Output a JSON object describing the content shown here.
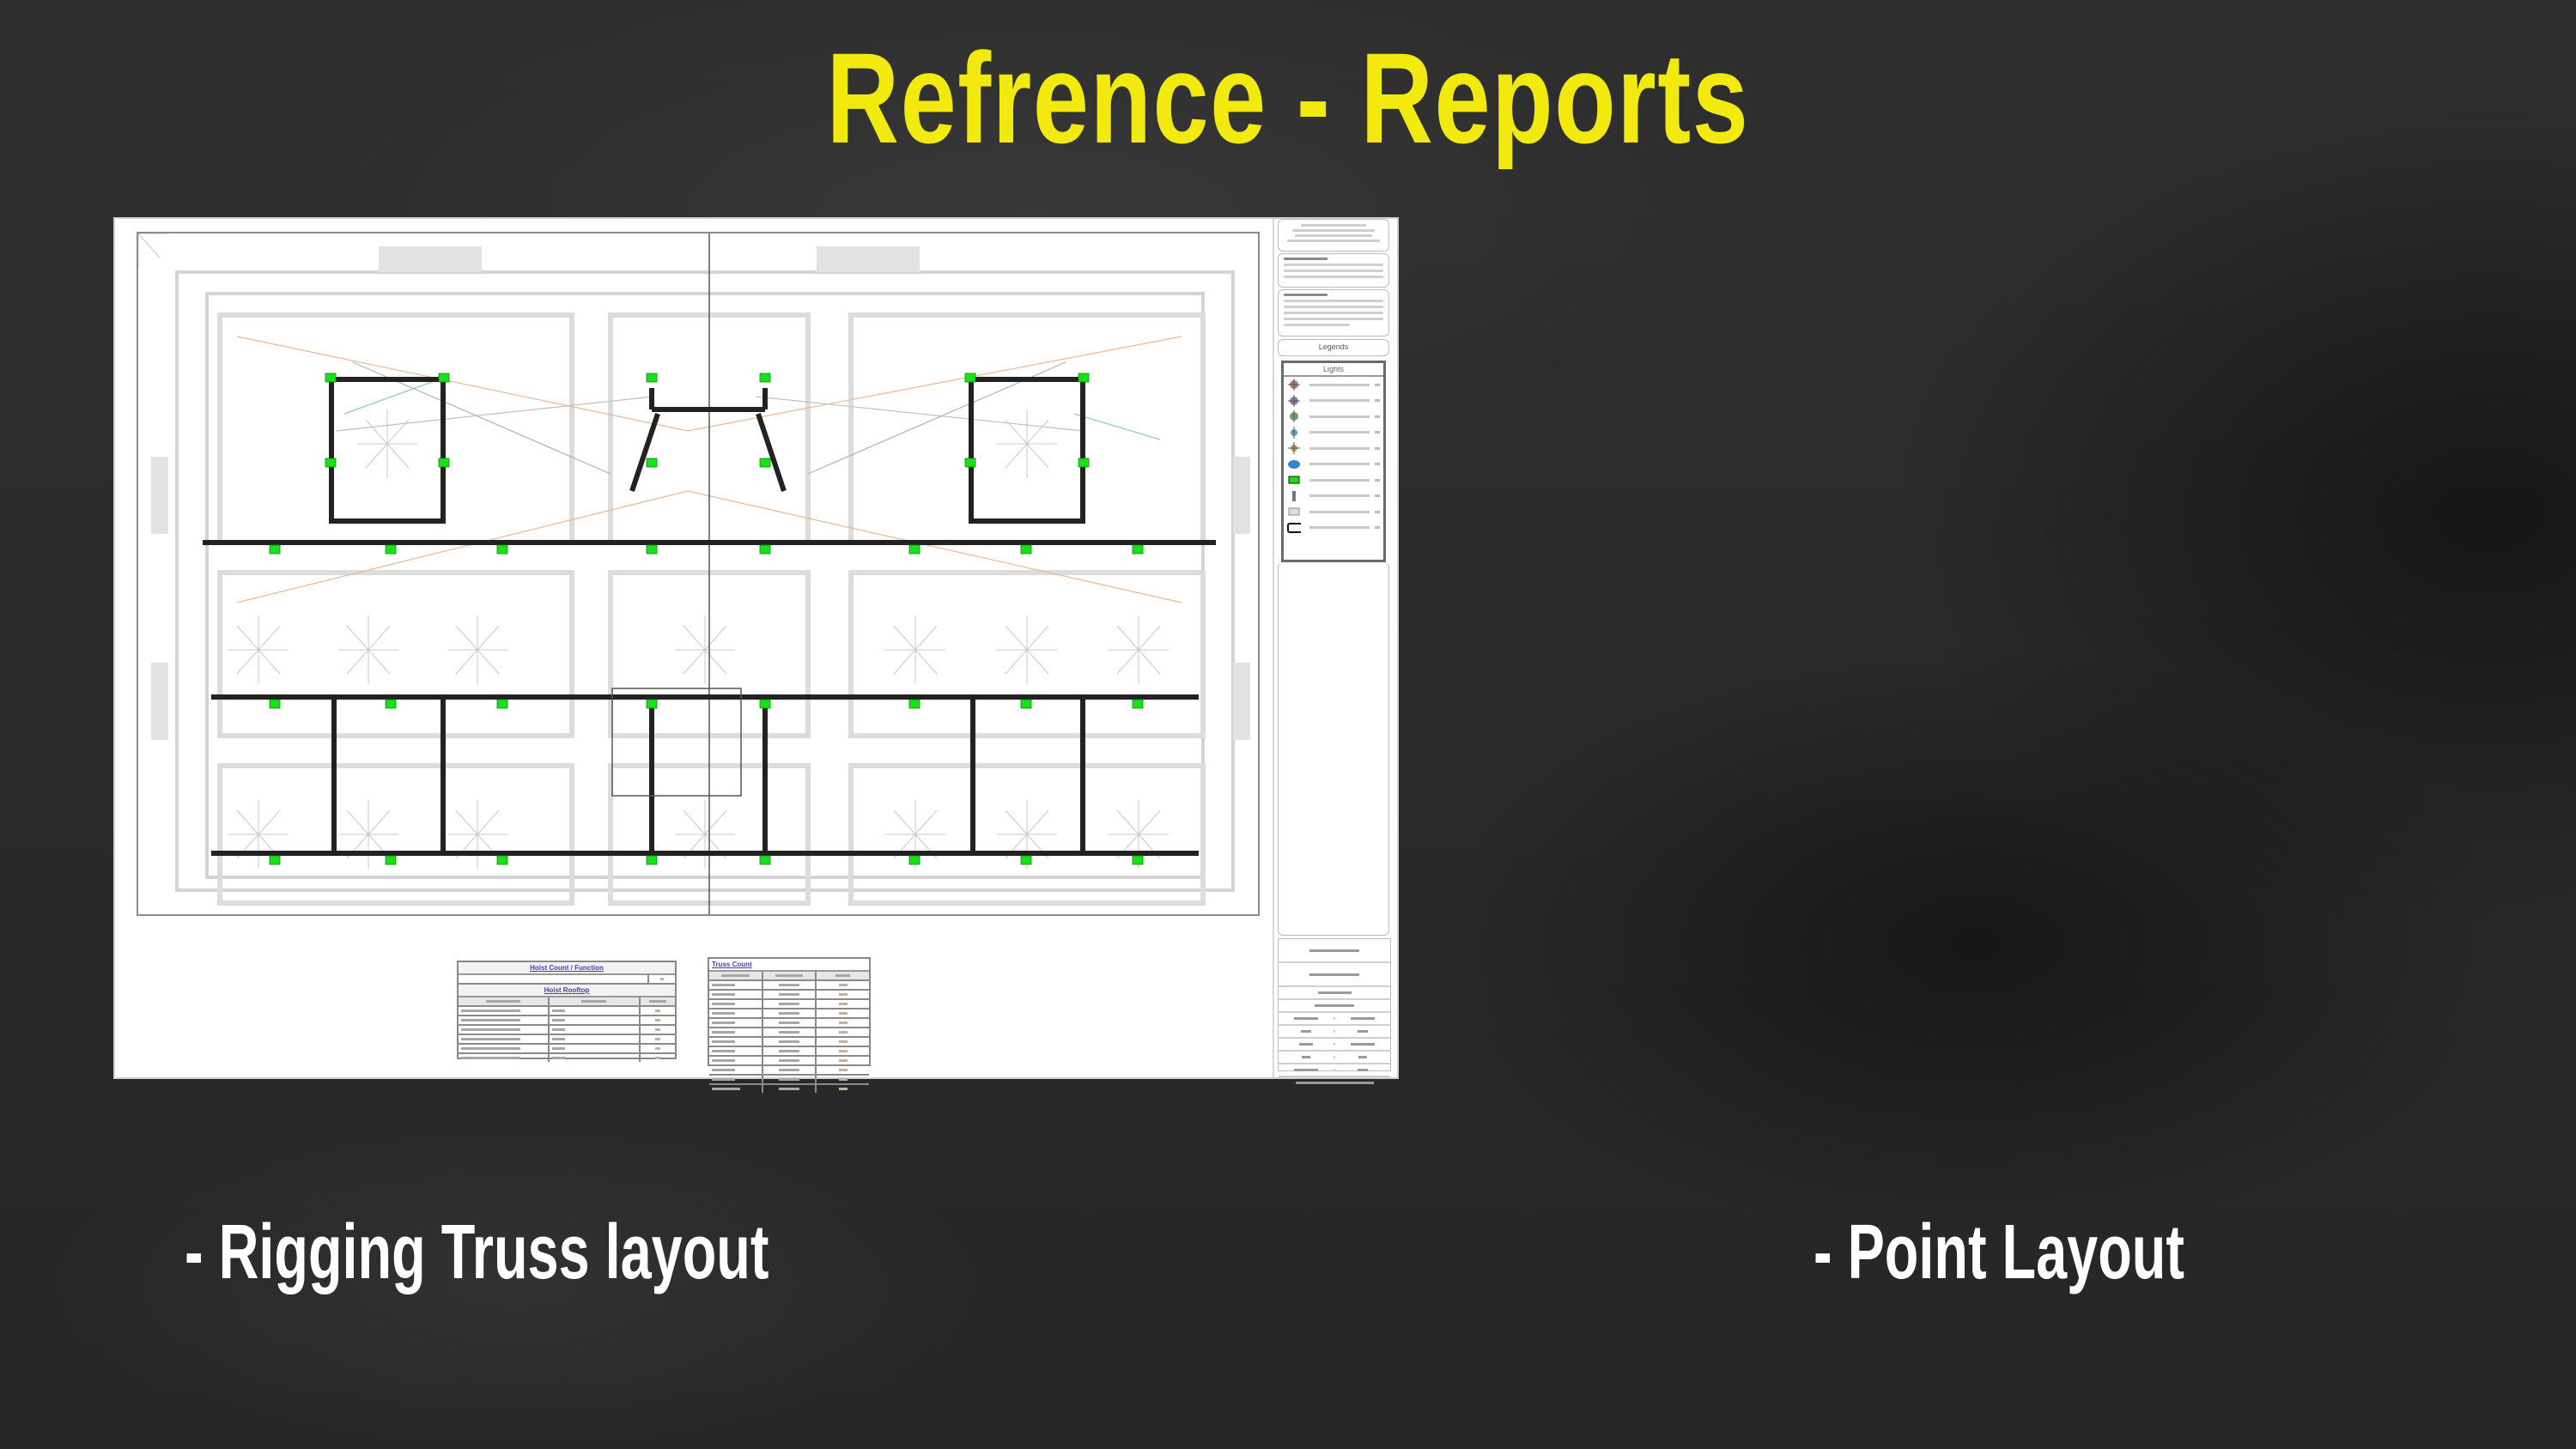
{
  "slide": {
    "title": "Refrence - Reports",
    "title_color": "#f2ea0e",
    "background_color": "#2b2b2b",
    "captions": [
      {
        "text": "- Rigging Truss layout"
      },
      {
        "text": "- Point Layout"
      }
    ]
  },
  "drawing": {
    "type": "rigging-truss-plan",
    "hoist_marker_color": "#19e019",
    "truss_color": "#1a1a1a",
    "rows": 3,
    "sidebar": {
      "legend_heading": "Legends",
      "lights_heading": "Lights",
      "legend_items": [
        {
          "icon": "moving-head-spot-icon",
          "color": "#b5786a"
        },
        {
          "icon": "moving-head-wash-icon",
          "color": "#8f7bb0"
        },
        {
          "icon": "led-fixture-icon",
          "color": "#6aa06a"
        },
        {
          "icon": "profile-fixture-icon",
          "color": "#5aa6b5"
        },
        {
          "icon": "beam-fixture-icon",
          "color": "#b8a25a"
        },
        {
          "icon": "motor-hoist-icon",
          "color": "#3a7fd0"
        },
        {
          "icon": "hoist-point-icon",
          "color": "#19e019"
        },
        {
          "icon": "fog-machine-icon",
          "color": "#777777"
        },
        {
          "icon": "power-distro-icon",
          "color": "#888888"
        },
        {
          "icon": "video-screen-icon",
          "color": "#111111"
        }
      ]
    },
    "tables": [
      {
        "title": "Hoist Count / Function",
        "subtitle": "Hoist Rooftop",
        "rows": 6,
        "columns": 3
      },
      {
        "title": "Truss Count",
        "rows": 12,
        "columns": 3
      }
    ]
  }
}
